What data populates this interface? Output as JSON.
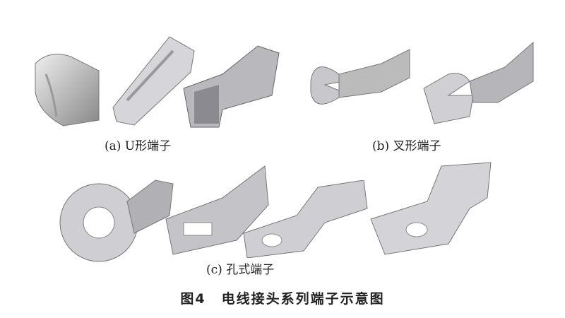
{
  "figure": {
    "number_label": "图4",
    "title": "电线接头系列端子示意图"
  },
  "panels": [
    {
      "id": "a",
      "label": "(a) U形端子",
      "items": [
        "u-terminal-bent",
        "u-terminal-flat-strip",
        "u-terminal-crimp"
      ]
    },
    {
      "id": "b",
      "label": "(b) 叉形端子",
      "items": [
        "fork-terminal-open",
        "fork-terminal-spade"
      ]
    },
    {
      "id": "c",
      "label": "(c) 孔式端子",
      "items": [
        "ring-terminal-round",
        "ring-terminal-flag",
        "ring-terminal-bent-tongue",
        "ring-terminal-offset"
      ]
    }
  ],
  "colors": {
    "metal_light": "#d9d9dc",
    "metal_mid": "#a9a9ae",
    "metal_dark": "#6e6e74",
    "text": "#222222"
  }
}
